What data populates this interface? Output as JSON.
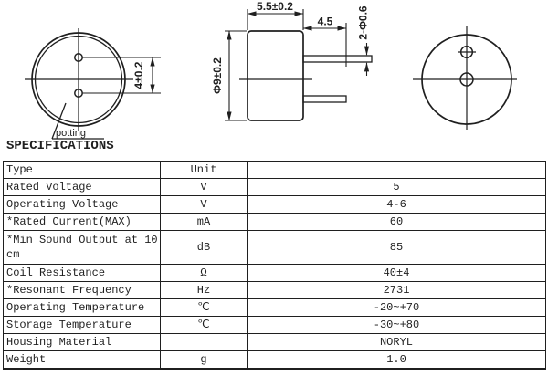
{
  "colors": {
    "ink": "#1f1f1f",
    "bg": "#ffffff"
  },
  "heading": "SPECIFICATIONS",
  "drawings": {
    "front_view": {
      "hole_spacing": "4±0.2",
      "potting": "potting"
    },
    "side_view": {
      "body_width": "5.5±0.2",
      "pin_length": "4.5",
      "pin_diameter": "2-Φ0.6",
      "body_diameter": "Φ9±0.2"
    }
  },
  "spec_table": {
    "rows": [
      [
        "Type",
        "Unit",
        ""
      ],
      [
        "Rated Voltage",
        "V",
        "5"
      ],
      [
        "Operating Voltage",
        "V",
        "4-6"
      ],
      [
        "*Rated Current(MAX)",
        "mA",
        "60"
      ],
      [
        "*Min Sound Output at 10 cm",
        "dB",
        "85"
      ],
      [
        "Coil Resistance",
        "Ω",
        "40±4"
      ],
      [
        "*Resonant Frequency",
        "Hz",
        "2731"
      ],
      [
        "Operating Temperature",
        "℃",
        "-20~+70"
      ],
      [
        "Storage Temperature",
        "℃",
        "-30~+80"
      ],
      [
        "Housing Material",
        "",
        "NORYL"
      ],
      [
        "Weight",
        "g",
        "1.0"
      ]
    ]
  }
}
